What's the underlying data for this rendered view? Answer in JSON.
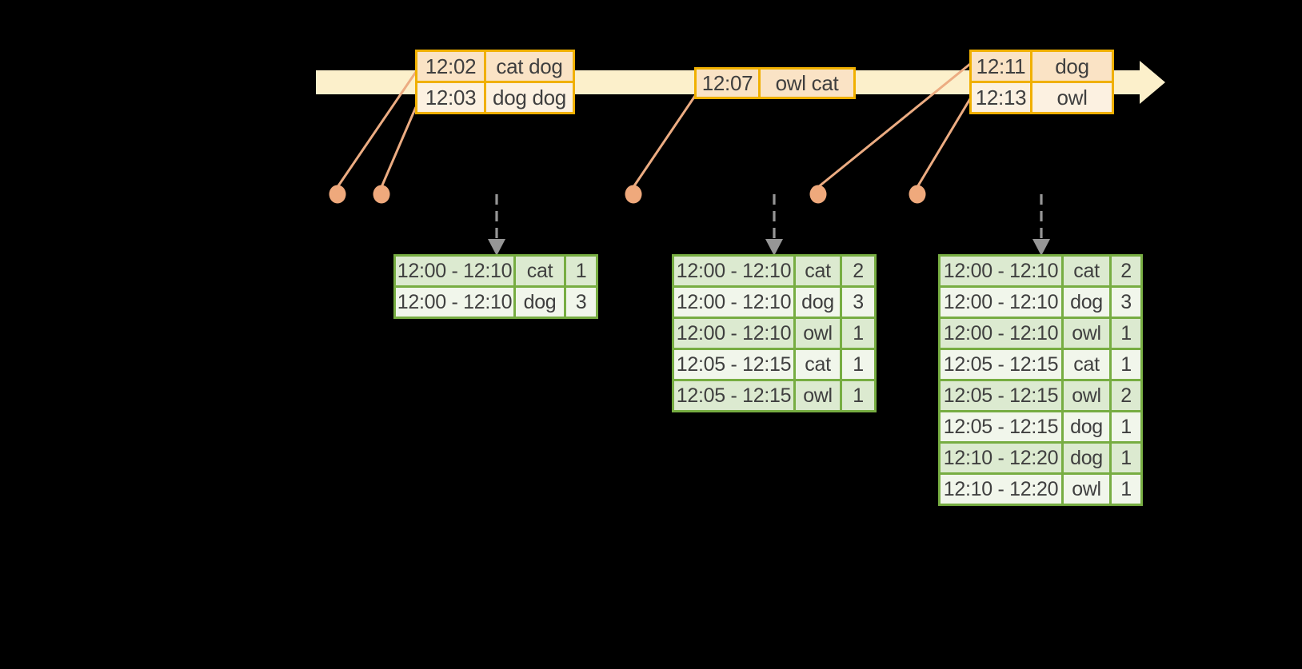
{
  "colors": {
    "background": "#000000",
    "timeline-band": "#FCF0CB",
    "event-border": "#F0B000",
    "event-row-a": "#FAE3C5",
    "event-row-b": "#FCF1E1",
    "connector": "#ECAC82",
    "dot": "#EFA97C",
    "trigger-arrow": "#969696",
    "result-border": "#77AD42",
    "result-row-a": "#DCEAD0",
    "result-row-b": "#F1F6EB",
    "text": "#3F3F3F"
  },
  "event_tables": [
    {
      "rows": [
        {
          "time": "12:02",
          "words": "cat dog"
        },
        {
          "time": "12:03",
          "words": "dog dog"
        }
      ]
    },
    {
      "rows": [
        {
          "time": "12:07",
          "words": "owl cat"
        }
      ]
    },
    {
      "rows": [
        {
          "time": "12:11",
          "words": "dog"
        },
        {
          "time": "12:13",
          "words": "owl"
        }
      ]
    }
  ],
  "result_tables": [
    {
      "rows": [
        {
          "window": "12:00 - 12:10",
          "word": "cat",
          "count": "1"
        },
        {
          "window": "12:00 - 12:10",
          "word": "dog",
          "count": "3"
        }
      ]
    },
    {
      "rows": [
        {
          "window": "12:00 - 12:10",
          "word": "cat",
          "count": "2"
        },
        {
          "window": "12:00 - 12:10",
          "word": "dog",
          "count": "3"
        },
        {
          "window": "12:00 - 12:10",
          "word": "owl",
          "count": "1"
        },
        {
          "window": "12:05 - 12:15",
          "word": "cat",
          "count": "1"
        },
        {
          "window": "12:05 - 12:15",
          "word": "owl",
          "count": "1"
        }
      ]
    },
    {
      "rows": [
        {
          "window": "12:00 - 12:10",
          "word": "cat",
          "count": "2"
        },
        {
          "window": "12:00 - 12:10",
          "word": "dog",
          "count": "3"
        },
        {
          "window": "12:00 - 12:10",
          "word": "owl",
          "count": "1"
        },
        {
          "window": "12:05 - 12:15",
          "word": "cat",
          "count": "1"
        },
        {
          "window": "12:05 - 12:15",
          "word": "owl",
          "count": "2"
        },
        {
          "window": "12:05 - 12:15",
          "word": "dog",
          "count": "1"
        },
        {
          "window": "12:10 - 12:20",
          "word": "dog",
          "count": "1"
        },
        {
          "window": "12:10 - 12:20",
          "word": "owl",
          "count": "1"
        }
      ]
    }
  ]
}
